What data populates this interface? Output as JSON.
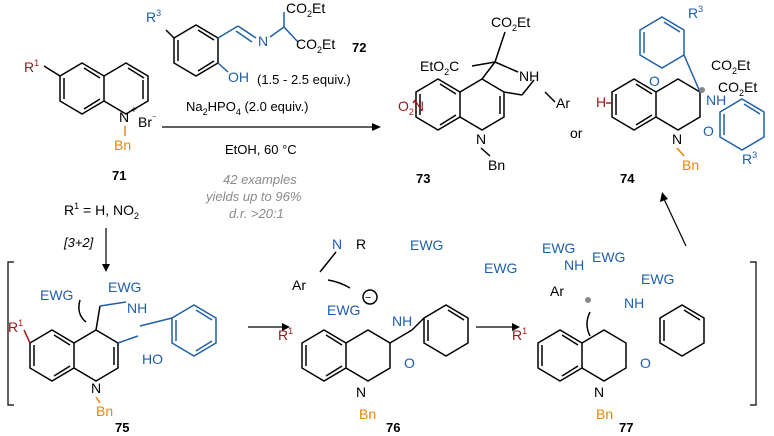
{
  "reagent": {
    "number": "72",
    "r_label": "R",
    "r_sup": "3",
    "co2et_top": "CO",
    "co2et_sub": "2",
    "co2et_end": "Et",
    "oh": "OH",
    "n": "N"
  },
  "conditions": {
    "equiv_line": "(1.5 - 2.5 equiv.)",
    "base_main": "Na",
    "base_sub1": "2",
    "base_mid": "HPO",
    "base_sub2": "4",
    "base_end": " (2.0 equiv.)",
    "solvent": "EtOH, 60 °C",
    "examples": "42 examples",
    "yields": "yields up to 96%",
    "dr": "d.r. >20:1"
  },
  "start": {
    "number": "71",
    "r_label": "R",
    "r_sup": "1",
    "n_plus": "N",
    "plus": "+",
    "br": "Br",
    "minus": "⁻",
    "bn": "Bn",
    "r1_def": "R",
    "r1_def_sup": "1",
    "r1_def_end": " = H, NO",
    "r1_def_sub": "2",
    "cyclo": "[3+2]"
  },
  "product73": {
    "number": "73",
    "no2": "O",
    "no2_pre": "O",
    "no2_n": "N",
    "no2_sub": "2",
    "eto2c": "EtO",
    "eto2c_sub": "2",
    "eto2c_end": "C",
    "nh": "NH",
    "ar": "Ar",
    "n": "N",
    "bn": "Bn"
  },
  "or_text": "or",
  "product74": {
    "number": "74",
    "h": "H",
    "n": "N",
    "bn": "Bn",
    "o": "O",
    "nh": "NH",
    "r3": "R",
    "r3_sup": "3"
  },
  "int75": {
    "number": "75",
    "ewg": "EWG",
    "nh": "NH",
    "ho": "HO",
    "n": "N",
    "bn": "Bn",
    "r1": "R",
    "r1_sup": "1"
  },
  "int76": {
    "number": "76",
    "ewg": "EWG",
    "nh": "NH",
    "n": "N",
    "r": "R",
    "ar": "Ar",
    "bn": "Bn",
    "o": "O",
    "r1": "R",
    "r1_sup": "1",
    "minus": "−"
  },
  "int77": {
    "number": "77",
    "ewg": "EWG",
    "nh": "NH",
    "ar": "Ar",
    "n": "N",
    "bn": "Bn",
    "o": "O",
    "r1": "R",
    "r1_sup": "1"
  }
}
